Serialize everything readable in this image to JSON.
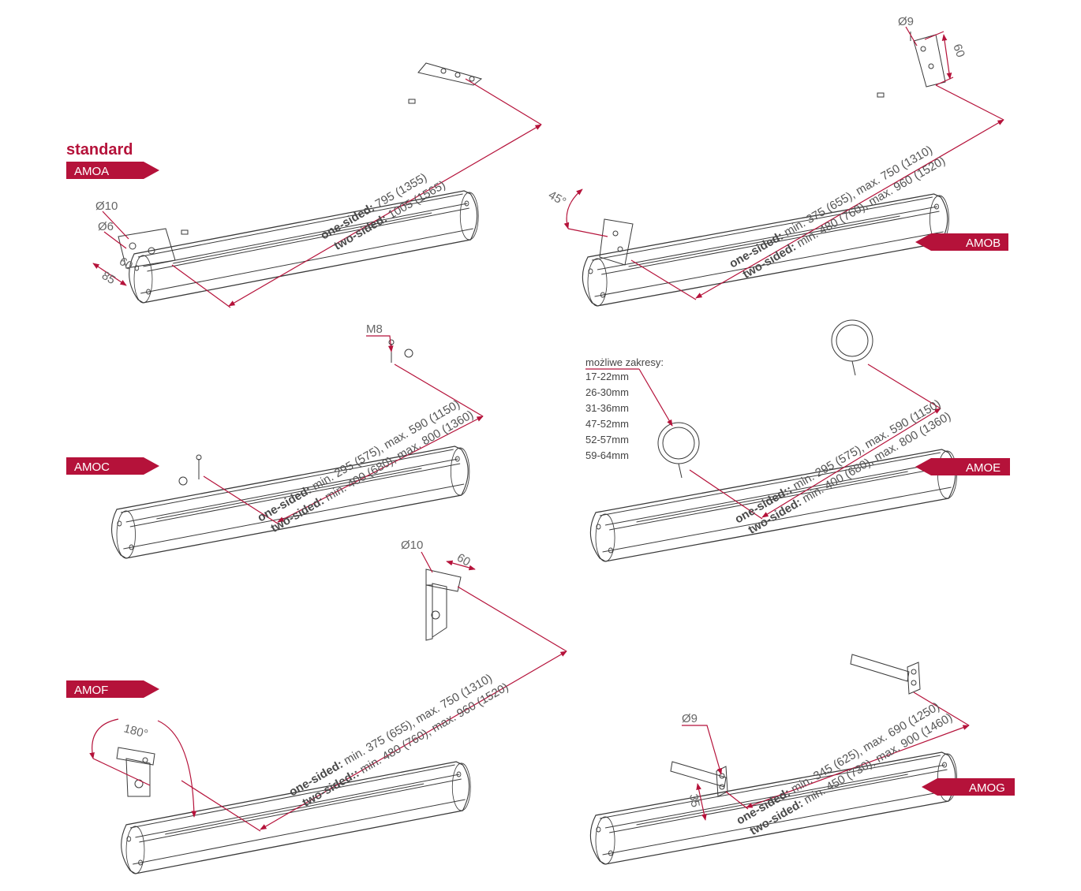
{
  "colors": {
    "accent": "#b5123a",
    "text": "#555555",
    "line": "#3a3a3a"
  },
  "heading": "standard",
  "panels": {
    "amoa": {
      "tag": "AMOA",
      "dia_hole": "Ø10",
      "dia_small": "Ø6",
      "dim_width": "85",
      "dim_spacing": "60",
      "one_label": "one-sided:",
      "one_value": " 795 (1355)",
      "two_label": "two-sided:",
      "two_value": " 1005 (1565)"
    },
    "amob": {
      "tag": "AMOB",
      "dia_hole": "Ø9",
      "dim_spacing": "60",
      "angle": "45°",
      "one_label": "one-sided:",
      "one_value": " min. 375 (655), max. 750 (1310)",
      "two_label": "two-sided:",
      "two_value": " min. 480 (760), max. 960 (1520)"
    },
    "amoc": {
      "tag": "AMOC",
      "thread": "M8",
      "one_label": "one-sided:",
      "one_value": " min. 295 (575), max. 590 (1150)",
      "two_label": "two-sided:",
      "two_value": " min. 400 (680), max. 800 (1360)"
    },
    "amoe": {
      "tag": "AMOE",
      "ranges_title": "możliwe zakresy:",
      "ranges": [
        "17-22mm",
        "26-30mm",
        "31-36mm",
        "47-52mm",
        "52-57mm",
        "59-64mm"
      ],
      "one_label": "one-sided::",
      "one_value": " min. 295 (575), max. 590 (1150)",
      "two_label": "two-sided:",
      "two_value": " min. 400 (680), max. 800 (1360)"
    },
    "amof": {
      "tag": "AMOF",
      "dia_hole": "Ø10",
      "dim_spacing": "60",
      "angle": "180°",
      "one_label": "one-sided:",
      "one_value": " min. 375 (655), max. 750 (1310)",
      "two_label": "two-sided::",
      "two_value": " min. 480 (760), max. 960 (1520)"
    },
    "amog": {
      "tag": "AMOG",
      "dia_hole": "Ø9",
      "dim_height": "35",
      "one_label": "one-sided:",
      "one_value": " min. 345 (625), max. 690 (1250)",
      "two_label": "two-sided:",
      "two_value": " min. 450 (730), max. 900 (1460)"
    }
  }
}
